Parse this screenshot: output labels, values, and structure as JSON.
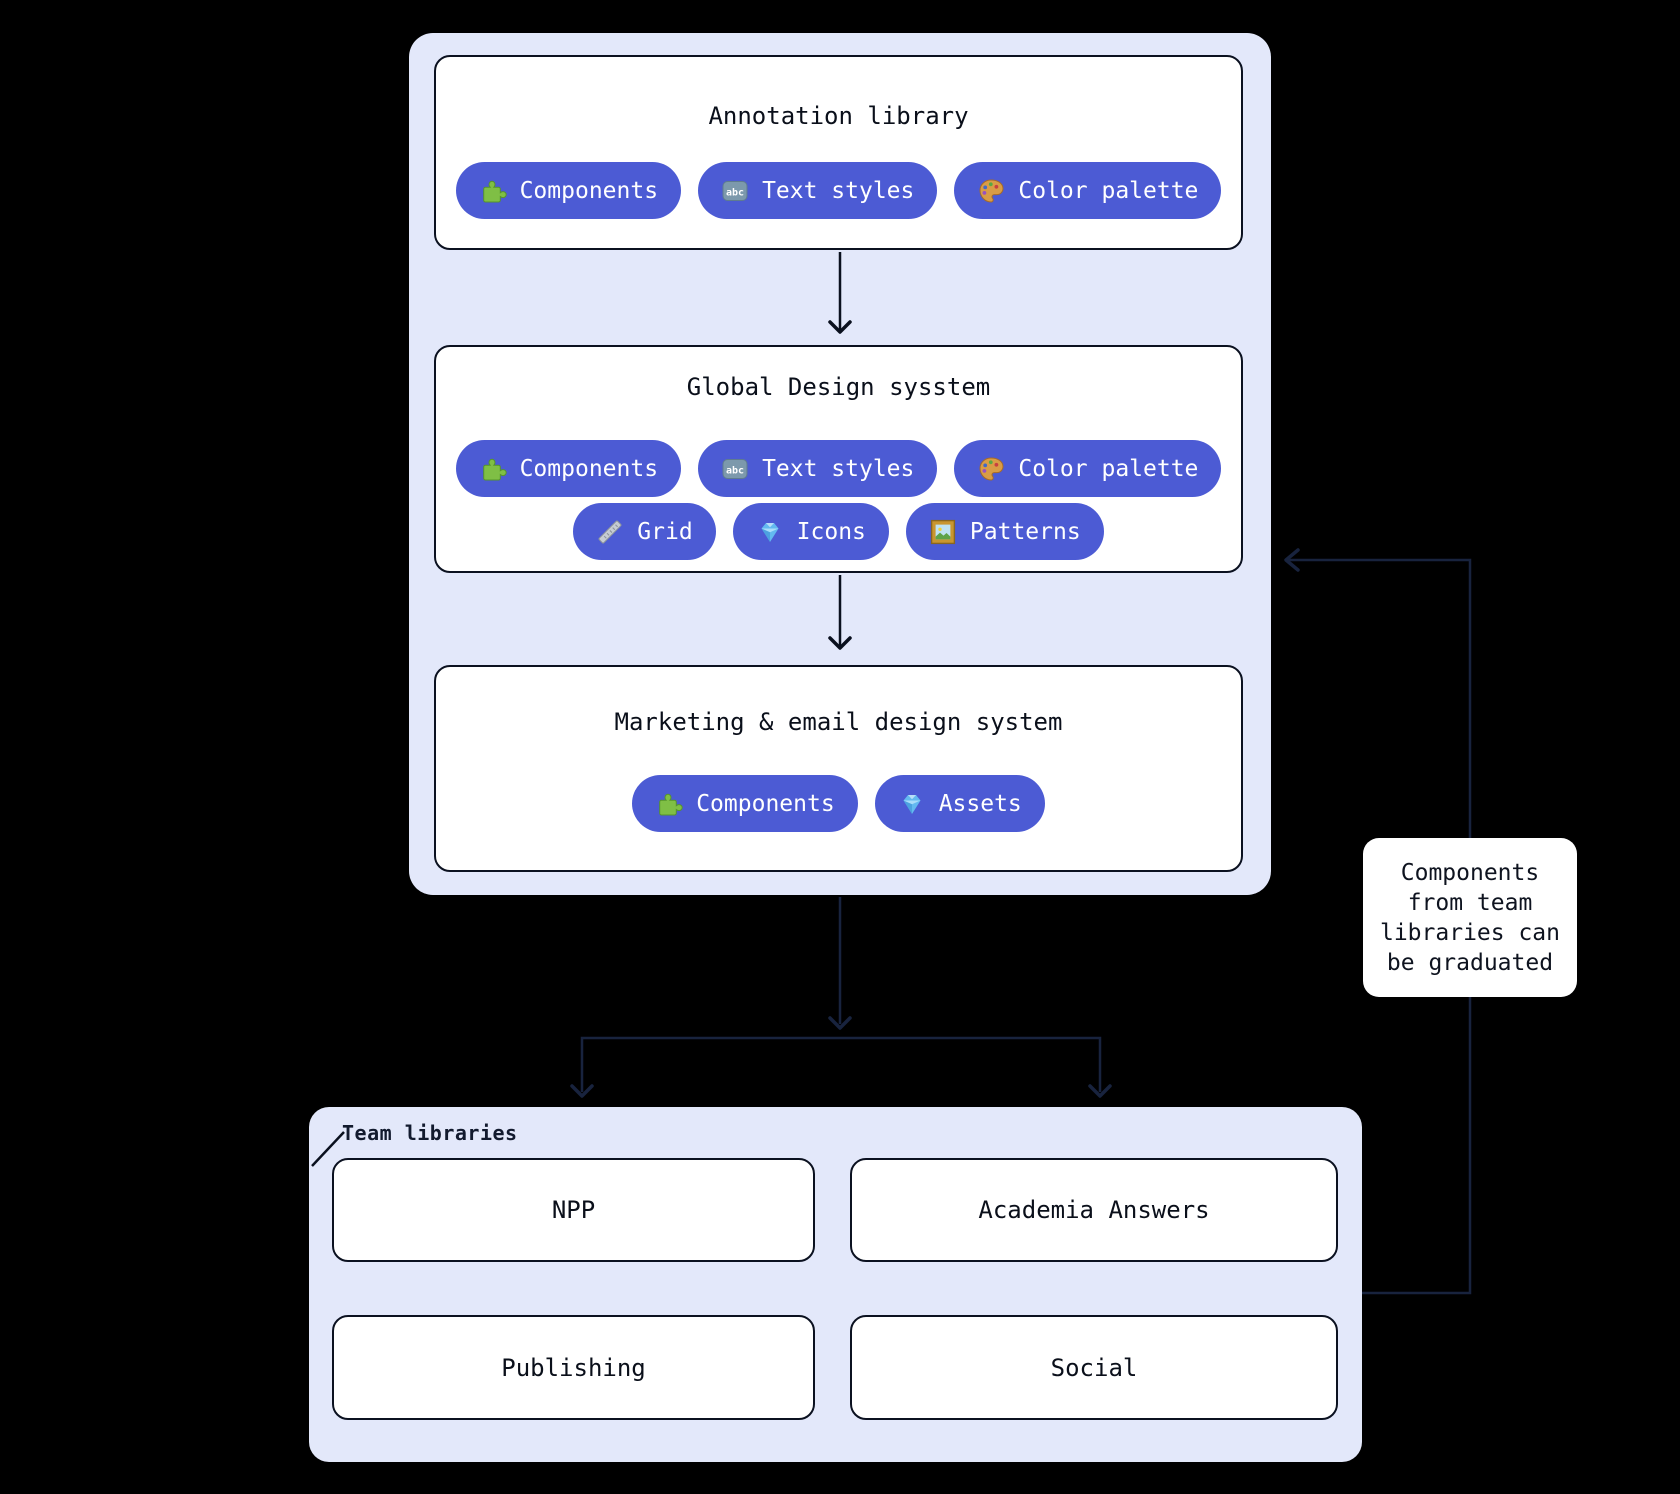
{
  "colors": {
    "background": "#000000",
    "group_fill": "#E3E8FA",
    "pill_fill": "#4C5BD4",
    "pill_text": "#FFFFFF",
    "box_border": "#0B1120",
    "title_text": "#0A0F1A",
    "connector": "#18233E"
  },
  "main_boxes": [
    {
      "title": "Annotation library",
      "pill_rows": [
        [
          {
            "icon": "puzzle",
            "label": "Components"
          },
          {
            "icon": "abc",
            "label": "Text styles"
          },
          {
            "icon": "palette",
            "label": "Color palette"
          }
        ]
      ]
    },
    {
      "title": "Global Design sysstem",
      "pill_rows": [
        [
          {
            "icon": "puzzle",
            "label": "Components"
          },
          {
            "icon": "abc",
            "label": "Text styles"
          },
          {
            "icon": "palette",
            "label": "Color palette"
          }
        ],
        [
          {
            "icon": "ruler",
            "label": "Grid"
          },
          {
            "icon": "gem",
            "label": "Icons"
          },
          {
            "icon": "frame",
            "label": "Patterns"
          }
        ]
      ]
    },
    {
      "title": "Marketing & email design system",
      "pill_rows": [
        [
          {
            "icon": "puzzle",
            "label": "Components"
          },
          {
            "icon": "gem",
            "label": "Assets"
          }
        ]
      ]
    }
  ],
  "team_libraries": {
    "label": "Team libraries",
    "boxes": [
      "NPP",
      "Academia Answers",
      "Publishing",
      "Social"
    ]
  },
  "note": {
    "text": "Components from team libraries can be graduated"
  }
}
